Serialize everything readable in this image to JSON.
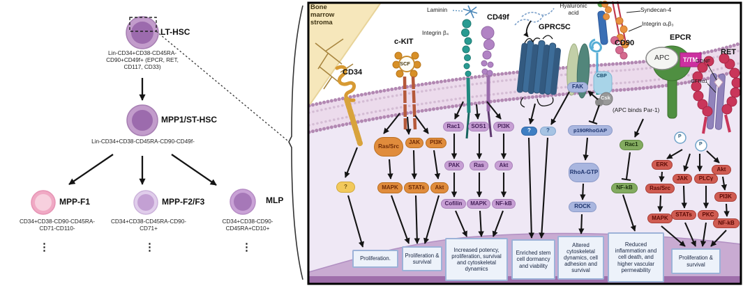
{
  "left_panel": {
    "cells": {
      "lt_hsc": {
        "label": "LT-HSC",
        "markers": "Lin-CD34+CD38-CD45RA-CD90+CD49f+ (EPCR, RET, CD117, CD33)"
      },
      "mpp1": {
        "label": "MPP1/ST-HSC",
        "markers": "Lin-CD34+CD38-CD45RA-CD90-CD49f-"
      },
      "mpp_f1": {
        "label": "MPP-F1",
        "markers": "CD34+CD38-CD90-CD45RA-CD71-CD110-",
        "more": "⋮"
      },
      "mpp_f2f3": {
        "label": "MPP-F2/F3",
        "markers": "CD34+CD38-CD45RA-CD90-CD71+",
        "more": "⋮"
      },
      "mlp": {
        "label": "MLP",
        "markers": "CD34+CD38-CD90-CD45RA+CD10+",
        "more": "⋮"
      }
    }
  },
  "panel": {
    "stroma_label": "Bone marrow stroma",
    "labels": {
      "cd34": "CD34",
      "ckit": "c-KIT",
      "scf": "SCF",
      "laminin": "Laminin",
      "integrin_b4": "Integrin β₄",
      "cd49f": "CD49f",
      "gprc5c": "GPRC5C",
      "hyaluronic_acid": "Hyaluronic acid",
      "fak": "FAK",
      "cd90": "CD90",
      "cbp": "CBP",
      "csk": "Csk",
      "syndecan4": "Syndecan-4",
      "integrin_avb3": "Integrin αᵥβ₃",
      "epcr": "EPCR",
      "apc": "APC",
      "ttm": "T/TM",
      "gdnf": "GDNF",
      "ret": "RET",
      "gfra1": "GFRα1",
      "apc_note": "(APC binds Par-1)",
      "p1": "P",
      "p2": "P"
    },
    "molecules": {
      "cd34_q": "?",
      "ckit_ras_src": "Ras/Src",
      "ckit_jak": "JAK",
      "ckit_pi3k": "PI3K",
      "ckit_mapk": "MAPK",
      "ckit_stats": "STATs",
      "ckit_akt": "Akt",
      "cd49f_rac1": "Rac1",
      "cd49f_sos1": "SOS1",
      "cd49f_pi3k": "PI3K",
      "cd49f_pak": "PAK",
      "cd49f_ras": "Ras",
      "cd49f_akt": "Akt",
      "cd49f_cofilin": "Cofilin",
      "cd49f_mapk": "MAPK",
      "cd49f_nfkb": "NF-kB",
      "gprc5c_q1": "?",
      "gprc5c_q2": "?",
      "cd90_p190": "p190RhoGAP",
      "cd90_rhoa": "RhoA-GTP",
      "cd90_rock": "ROCK",
      "epcr_rac1": "Rac1",
      "epcr_nfkb": "NF-kB",
      "ret_erk": "ERK",
      "ret_ras_src": "Ras/Src",
      "ret_mapk": "MAPK",
      "ret_jak": "JAK",
      "ret_plcy": "PLCγ",
      "ret_stats": "STATs",
      "ret_pkc": "PKC",
      "ret_akt": "Akt",
      "ret_pi3k": "PI3K",
      "ret_nfkb": "NF-kB"
    },
    "outcomes": {
      "o1": "Proliferation.",
      "o2": "Proliferation & survival",
      "o3": "Increased potency, proliferation, survival and cytoskeletal dynamics",
      "o4": "Enriched stem cell dormancy and viability",
      "o5": "Altered cytoskeletal dynamics, cell adhesion and survival",
      "o6": "Reduced inflammation and cell death, and higher vascular permeability",
      "o7": "Proliferation & survival"
    }
  }
}
